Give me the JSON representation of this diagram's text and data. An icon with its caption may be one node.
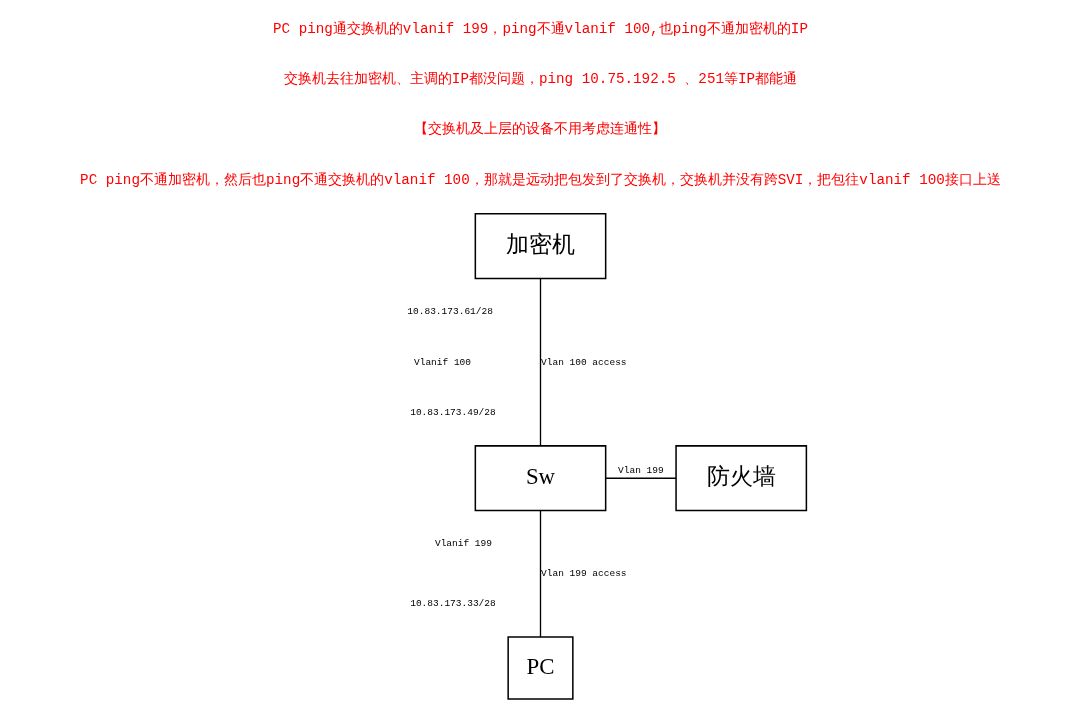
{
  "diagram": {
    "nodes": [
      {
        "text": [
          "加密机"
        ],
        "beside": [
          "10.83.173.61/28"
        ]
      },
      {
        "text": [
          "Sw"
        ]
      },
      {
        "text": [
          "防火墙"
        ]
      },
      {
        "text": [
          "PC"
        ]
      }
    ],
    "edges": [
      {
        "from": 0,
        "to": 1,
        "arrow": "none",
        "label": "Vlan 100 access"
      },
      {
        "from": 1,
        "to": 2,
        "arrow": "none",
        "label": "Vlan 199"
      },
      {
        "from": 1,
        "to": 3,
        "arrow": "none",
        "label": "Vlan 199 access"
      }
    ],
    "labels": [
      "PC ping通交换机的vlanif 199，ping不通vlanif 100,也ping不通加密机的IP",
      "交换机去往加密机、主调的IP都没问题，ping 10.75.192.5 、251等IP都能通",
      "【交换机及上层的设备不用考虑连通性】",
      "PC ping不通加密机，然后也ping不通交换机的vlanif 100，那就是远动把包发到了交换机，交换机并没有跨SVI，把包往vlanif 100接口上送",
      "Vlanif 100",
      "10.83.173.49/28",
      "Vlanif 199",
      "10.83.173.33/28"
    ]
  }
}
